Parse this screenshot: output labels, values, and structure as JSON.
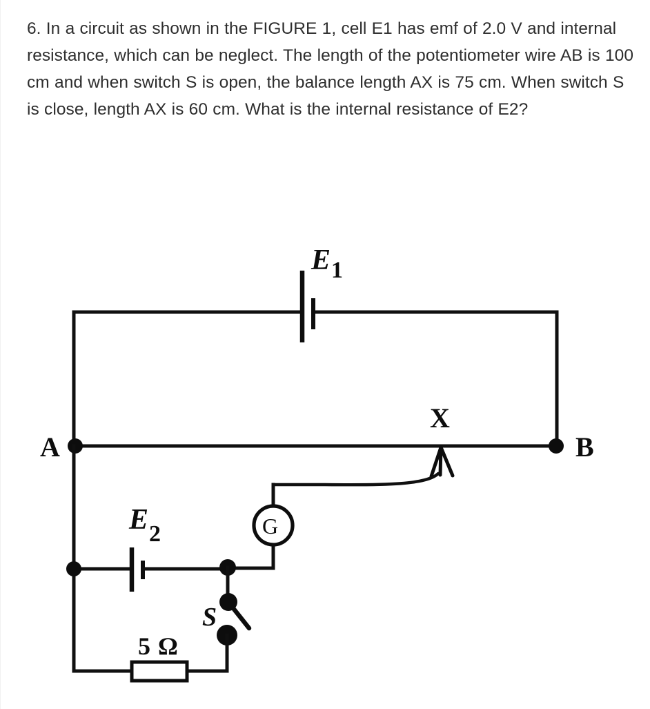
{
  "page": {
    "background_color": "#ffffff",
    "text_color": "#2e2e2e",
    "ink_color": "#0d0d0d"
  },
  "question": {
    "number": "6.",
    "text": "6. In a circuit as shown in the FIGURE 1, cell E1 has emf of 2.0 V and internal resistance, which can be neglect. The length of the potentiometer wire AB is 100 cm and when switch S is open, the balance length AX is 75 cm. When switch S is close, length AX is 60 cm. What is the internal resistance of E2?",
    "figure_reference": "FIGURE 1",
    "given": {
      "emf_E1": "2.0 V",
      "wire_AB_length": "100 cm",
      "balance_length_switch_open": "75 cm",
      "balance_length_switch_closed": "60 cm",
      "resistor": "5 Ω"
    }
  },
  "figure": {
    "labels": {
      "cell_top": "E",
      "cell_top_sub": "1",
      "cell_bottom": "E",
      "cell_bottom_sub": "2",
      "terminal_a": "A",
      "terminal_b": "B",
      "slider": "X",
      "galvanometer": "G",
      "switch": "S",
      "resistor_value": "5",
      "resistor_unit": "Ω"
    }
  }
}
